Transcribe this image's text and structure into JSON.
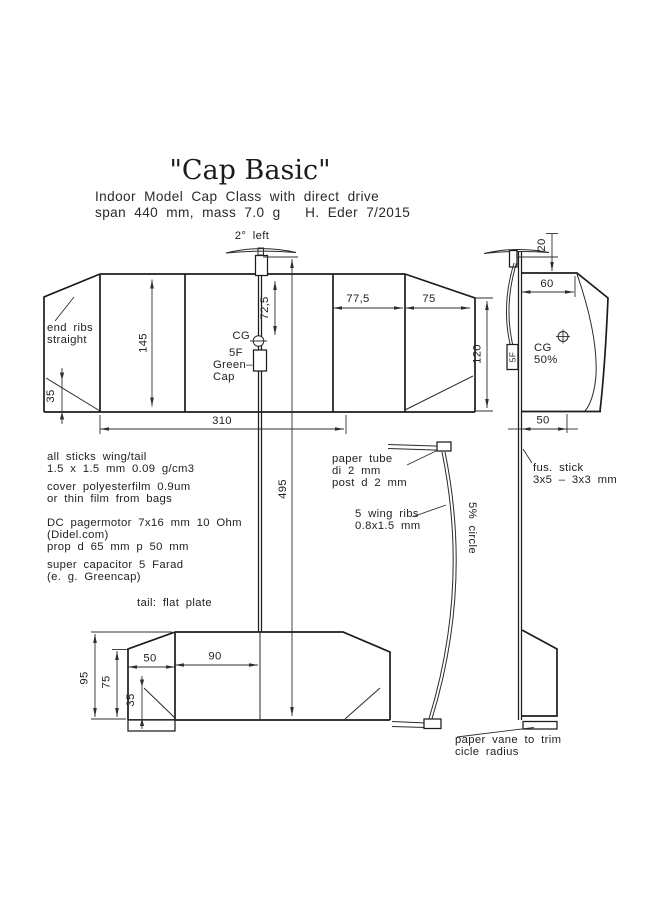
{
  "title": "\"Cap Basic\"",
  "subtitle": {
    "line1": "Indoor Model Cap Class with direct drive",
    "line2": "span 440 mm, mass 7.0 g   H. Eder 7/2015"
  },
  "plan": {
    "prop_angle": "2° left",
    "end_ribs": [
      "end ribs",
      "straight"
    ],
    "cg_label": "CG",
    "capacitor": [
      "5F",
      "Green–",
      "Cap"
    ],
    "dims": {
      "panel_height": "145",
      "cg_offset": "72,5",
      "inner_bay": "77,5",
      "tip_bay": "75",
      "tip_chord": "120",
      "center_span": "310",
      "tip_rise": "35",
      "fus_length": "495"
    }
  },
  "side": {
    "dims": {
      "prop_drop": "20",
      "saddle_width": "60",
      "cg_chord": "50"
    },
    "cg_label": [
      "CG",
      "50%"
    ],
    "capacitor": "5F",
    "fus_stick": [
      "fus. stick",
      "3x5 – 3x3 mm"
    ],
    "paper_vane": [
      "paper vane to trim",
      "cicle radius"
    ]
  },
  "middle": {
    "paper_tube": [
      "paper tube",
      "di 2 mm",
      "post d 2 mm"
    ],
    "wing_ribs": [
      "5 wing ribs",
      "0.8x1.5 mm"
    ],
    "camber": "5% circle"
  },
  "tail": {
    "caption": "tail: flat plate",
    "dims": {
      "height": "95",
      "inner_height": "75",
      "left_bay": "50",
      "right_bay": "90",
      "rise": "35"
    }
  },
  "notes": [
    "all sticks wing/tail",
    "1.5 x 1.5 mm 0.09 g/cm3",
    "cover polyesterfilm 0.9um",
    "or thin film from bags",
    "DC pagermotor 7x16 mm 10 Ohm",
    "(Didel.com)",
    "prop d 65 mm p 50 mm",
    "super capacitor 5 Farad",
    "(e. g. Greencap)"
  ]
}
